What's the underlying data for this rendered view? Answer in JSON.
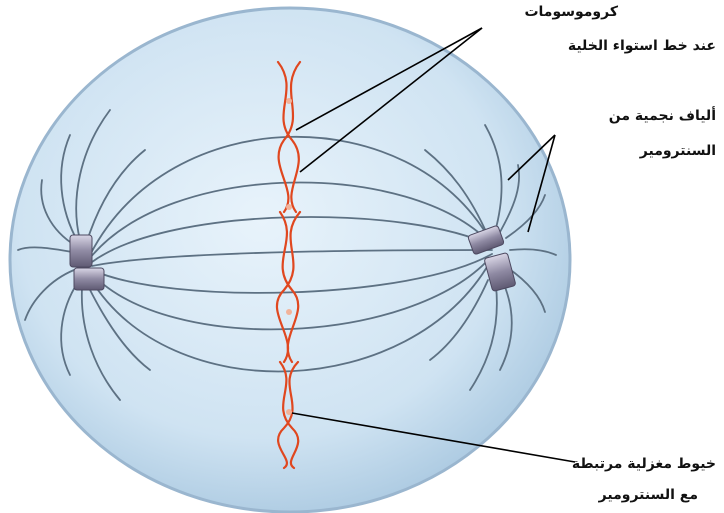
{
  "labels": {
    "chromosomes": {
      "line1": "كروموسومات",
      "line2": "عند خط استواء الخلية"
    },
    "aster_fibers": {
      "line1": "ألياف نجمية من",
      "line2": "السنترومير"
    },
    "spindle_fibers": {
      "line1": "خيوط مغزلية مرتبطة",
      "line2": "مع السنترومير"
    }
  },
  "colors": {
    "cell_fill": "#c9dff0",
    "cell_edge": "#9ab6cf",
    "fibers": "#5d7183",
    "chromosome": "#e0471f",
    "centriole": "#8e8a9e",
    "leader": "#000000"
  },
  "icons": [
    "centriole-left",
    "centriole-right"
  ]
}
